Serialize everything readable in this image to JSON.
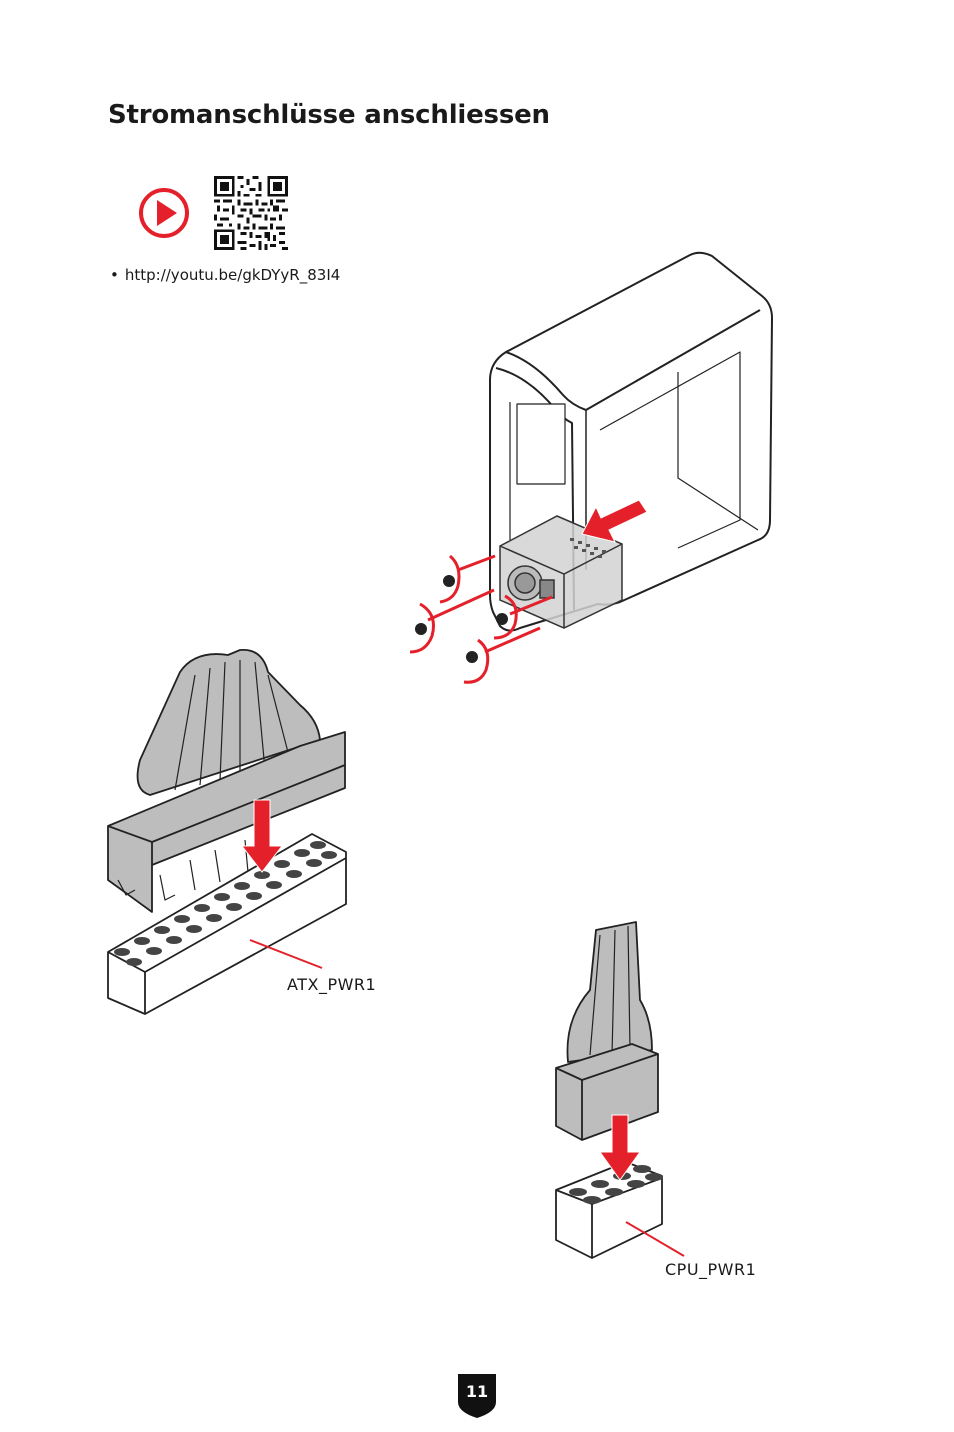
{
  "page": {
    "title": "Stromanschlüsse anschliessen",
    "video_link": "http://youtu.be/gkDYyR_83I4",
    "bullet": "•",
    "page_number": "11"
  },
  "labels": {
    "atx": "ATX_PWR1",
    "cpu": "CPU_PWR1"
  },
  "icons": {
    "play": "play-icon",
    "qr": "qr-code"
  },
  "colors": {
    "accent": "#e4212a",
    "ink": "#1a1a1a",
    "connector_fill": "#b9b9b9",
    "case_fill": "#ffffff"
  }
}
